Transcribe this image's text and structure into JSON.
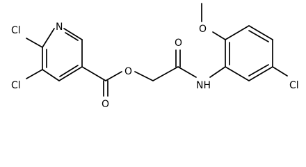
{
  "colors": {
    "background": "#ffffff",
    "bond": "#000000",
    "label": "#000000"
  },
  "atom_labels": {
    "pyridine_nitrogen": "N",
    "chlorine_6": "Cl",
    "chlorine_5": "Cl",
    "ester_ether_oxygen": "O",
    "ester_carbonyl_oxygen": "O",
    "amide_carbonyl_oxygen": "O",
    "amide_nitrogen": "NH",
    "methoxy_oxygen": "O",
    "aryl_chlorine": "Cl"
  }
}
